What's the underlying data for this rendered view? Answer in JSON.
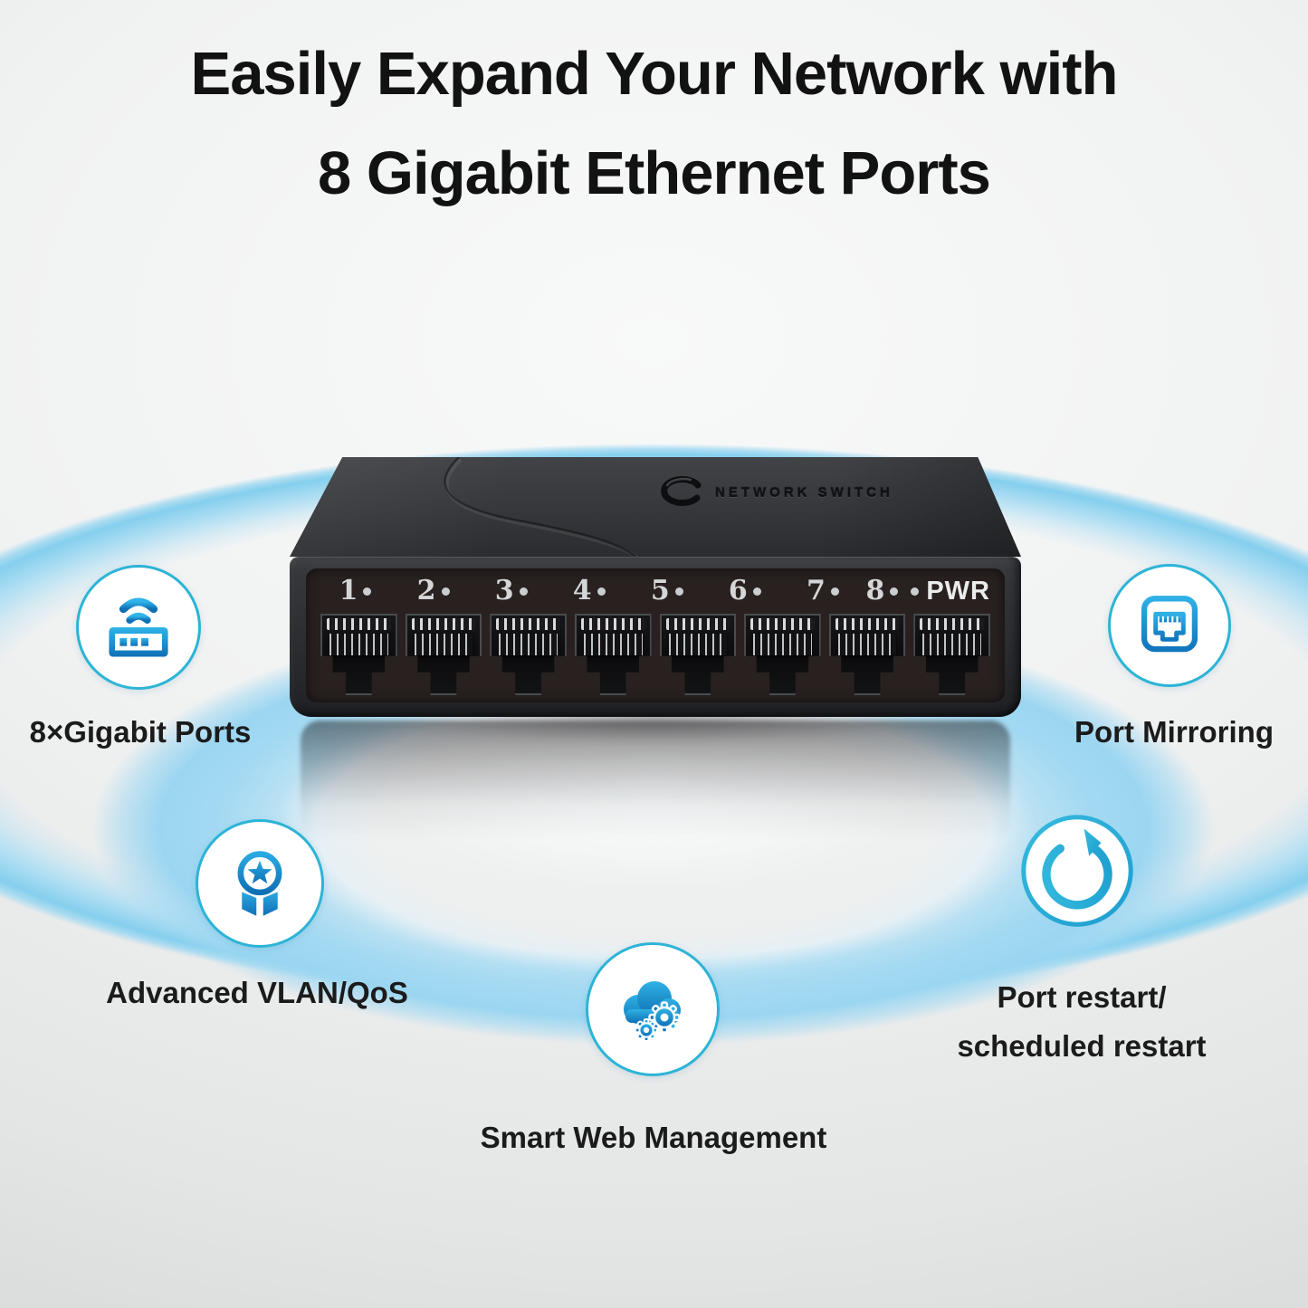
{
  "title": {
    "line1": "Easily Expand Your Network with",
    "line2": "8 Gigabit Ethernet Ports"
  },
  "device": {
    "brand": "NETWORK SWITCH",
    "port_labels": [
      "1",
      "2",
      "3",
      "4",
      "5",
      "6",
      "7",
      "8"
    ],
    "power_label": "PWR",
    "port_count": 8
  },
  "features": [
    {
      "id": "gigabit-ports",
      "icon": "router-wifi-icon",
      "label": "8×Gigabit Ports"
    },
    {
      "id": "port-mirroring",
      "icon": "ethernet-port-icon",
      "label": "Port Mirroring"
    },
    {
      "id": "vlan-qos",
      "icon": "medal-star-icon",
      "label": "Advanced VLAN/QoS"
    },
    {
      "id": "port-restart",
      "icon": "power-restart-icon",
      "label_lines": [
        "Port restart/",
        "scheduled restart"
      ]
    },
    {
      "id": "web-management",
      "icon": "cloud-gears-icon",
      "label": "Smart Web Management"
    }
  ],
  "colors": {
    "accent": "#2cb4d6",
    "icon_blue_light": "#30b4e8",
    "icon_blue_dark": "#0f6fb5",
    "ring_strong": "#9bd6f1",
    "ring_pale": "#b5e0f3",
    "title_color": "#121212",
    "device_body": "#2d2e32",
    "device_panel": "#282120",
    "port_label_gray": "#d5d6d8"
  }
}
